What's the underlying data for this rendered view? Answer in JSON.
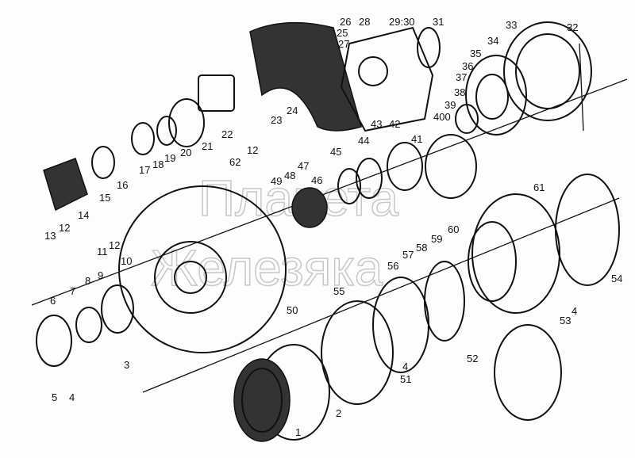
{
  "diagram": {
    "type": "exploded parts diagram",
    "watermark": [
      "Планета",
      "Железяка"
    ],
    "labels": [
      {
        "id": "p26",
        "text": "26"
      },
      {
        "id": "p25",
        "text": "25"
      },
      {
        "id": "p27",
        "text": "27"
      },
      {
        "id": "p28",
        "text": "28"
      },
      {
        "id": "p29-30",
        "text": "29:30"
      },
      {
        "id": "p31",
        "text": "31"
      },
      {
        "id": "p33",
        "text": "33"
      },
      {
        "id": "p32",
        "text": "32"
      },
      {
        "id": "p34",
        "text": "34"
      },
      {
        "id": "p35",
        "text": "35"
      },
      {
        "id": "p36",
        "text": "36"
      },
      {
        "id": "p37",
        "text": "37"
      },
      {
        "id": "p38",
        "text": "38"
      },
      {
        "id": "p39",
        "text": "39"
      },
      {
        "id": "p400",
        "text": "400"
      },
      {
        "id": "p43",
        "text": "43"
      },
      {
        "id": "p42",
        "text": "42"
      },
      {
        "id": "p41",
        "text": "41"
      },
      {
        "id": "p22",
        "text": "22"
      },
      {
        "id": "p24",
        "text": "24"
      },
      {
        "id": "p23",
        "text": "23"
      },
      {
        "id": "p62",
        "text": "62"
      },
      {
        "id": "p12a",
        "text": "12"
      },
      {
        "id": "p21",
        "text": "21"
      },
      {
        "id": "p20",
        "text": "20"
      },
      {
        "id": "p19",
        "text": "19"
      },
      {
        "id": "p18",
        "text": "18"
      },
      {
        "id": "p17",
        "text": "17"
      },
      {
        "id": "p16",
        "text": "16"
      },
      {
        "id": "p15",
        "text": "15"
      },
      {
        "id": "p14",
        "text": "14"
      },
      {
        "id": "p13",
        "text": "13"
      },
      {
        "id": "p12b",
        "text": "12"
      },
      {
        "id": "p44",
        "text": "44"
      },
      {
        "id": "p45",
        "text": "45"
      },
      {
        "id": "p46",
        "text": "46"
      },
      {
        "id": "p47",
        "text": "47"
      },
      {
        "id": "p48",
        "text": "48"
      },
      {
        "id": "p49",
        "text": "49"
      },
      {
        "id": "p61",
        "text": "61"
      },
      {
        "id": "p54",
        "text": "54"
      },
      {
        "id": "p60",
        "text": "60"
      },
      {
        "id": "p59",
        "text": "59"
      },
      {
        "id": "p58",
        "text": "58"
      },
      {
        "id": "p57",
        "text": "57"
      },
      {
        "id": "p56",
        "text": "56"
      },
      {
        "id": "p55",
        "text": "55"
      },
      {
        "id": "p50",
        "text": "50"
      },
      {
        "id": "p4a",
        "text": "4"
      },
      {
        "id": "p51",
        "text": "51"
      },
      {
        "id": "p52",
        "text": "52"
      },
      {
        "id": "p53",
        "text": "53"
      },
      {
        "id": "p4b",
        "text": "4"
      },
      {
        "id": "p1",
        "text": "1"
      },
      {
        "id": "p2",
        "text": "2"
      },
      {
        "id": "p3",
        "text": "3"
      },
      {
        "id": "p5",
        "text": "5"
      },
      {
        "id": "p4c",
        "text": "4"
      },
      {
        "id": "p6",
        "text": "6"
      },
      {
        "id": "p7",
        "text": "7"
      },
      {
        "id": "p8",
        "text": "8"
      },
      {
        "id": "p9",
        "text": "9"
      },
      {
        "id": "p10",
        "text": "10"
      },
      {
        "id": "p11",
        "text": "11"
      },
      {
        "id": "p12c",
        "text": "12"
      }
    ]
  }
}
